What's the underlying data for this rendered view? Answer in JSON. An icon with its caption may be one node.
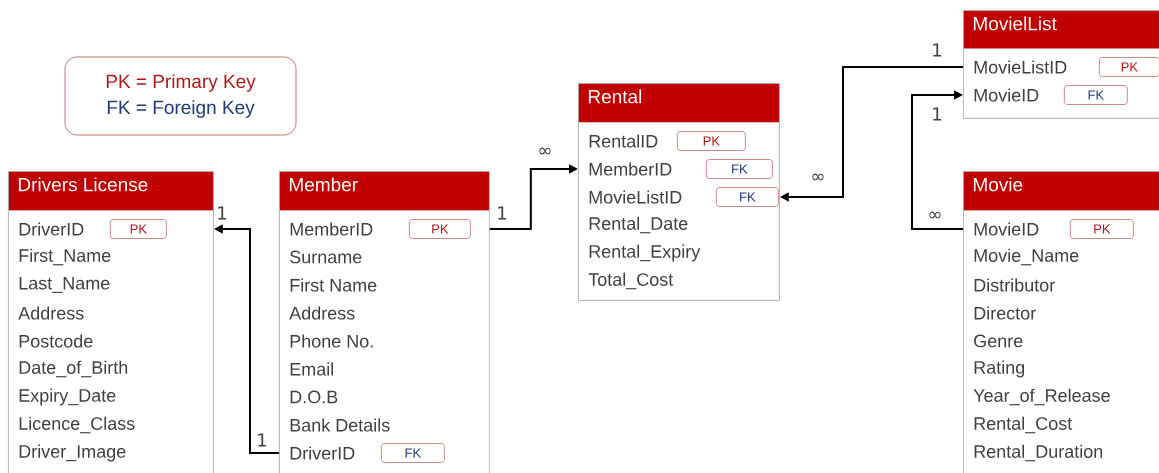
{
  "diagram": {
    "nodes": [
      {
        "text": [
          "PK = Primary Key",
          "FK = Foreign Key"
        ]
      },
      {
        "text": [
          "Drivers License",
          "DriverID",
          "First_Name",
          "Last_Name",
          "Address",
          "Postcode",
          "Date_of_Birth",
          "Expiry_Date",
          "Licence_Class",
          "Driver_Image"
        ]
      },
      {
        "text": [
          "PK"
        ],
        "in": 1
      },
      {
        "text": [
          "Member",
          "MemberID",
          "Surname",
          "First Name",
          "Address",
          "Phone No.",
          "Email",
          "D.O.B",
          "Bank Details",
          "DriverID"
        ]
      },
      {
        "text": [
          "PK"
        ],
        "in": 3
      },
      {
        "text": [
          "FK"
        ],
        "in": 3
      },
      {
        "text": [
          "Rental",
          "RentalID",
          "MemberID",
          "MovieListID",
          "Rental_Date",
          "Rental_Expiry",
          "Total_Cost"
        ]
      },
      {
        "text": [
          "PK"
        ],
        "in": 6
      },
      {
        "text": [
          "FK"
        ],
        "in": 6
      },
      {
        "text": [
          "FK"
        ],
        "in": 6
      },
      {
        "text": [
          "MovielList",
          "MovieListID",
          "MovieID"
        ]
      },
      {
        "text": [
          "PK"
        ],
        "in": 10
      },
      {
        "text": [
          "FK"
        ],
        "in": 10
      },
      {
        "text": [
          "Movie",
          "MovieID",
          "Movie_Name",
          "Distributor",
          "Director",
          "Genre",
          "Rating",
          "Year_of_Release",
          "Rental_Cost",
          "Rental_Duration"
        ]
      },
      {
        "text": [
          "PK"
        ],
        "in": 13
      }
    ],
    "edges": [
      {
        "from": 3,
        "to": 1,
        "arrow": "to"
      },
      {
        "from": 3,
        "to": 6,
        "arrow": "to"
      },
      {
        "from": 10,
        "to": 6,
        "arrow": "to"
      },
      {
        "from": 13,
        "to": 10,
        "arrow": "to"
      }
    ],
    "labels": [
      "1",
      "1",
      "∞",
      "∞",
      "1",
      "1",
      "∞",
      "1"
    ]
  }
}
